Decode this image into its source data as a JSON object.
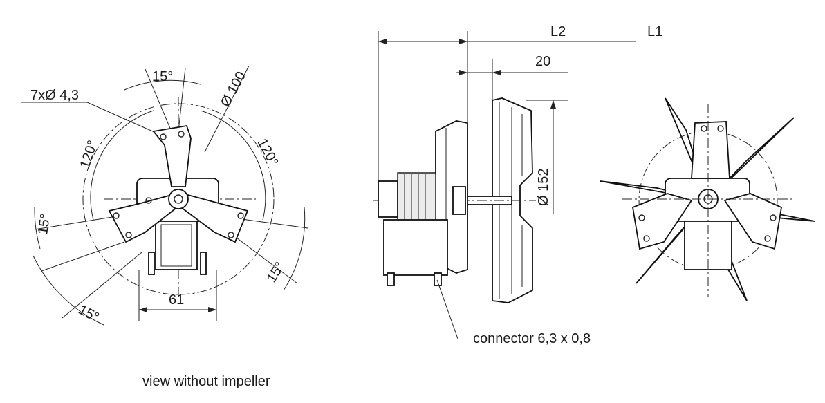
{
  "labels": {
    "hole_spec": "7xØ 4,3",
    "angle_top": "15°",
    "diameter_100": "Ø 100",
    "angle_120_left": "120°",
    "angle_120_right": "120°",
    "angle_15_left": "15°",
    "angle_15_right": "15°",
    "angle_15_bottom": "15°",
    "dim_61": "61",
    "caption_front": "view without impeller",
    "dim_L2": "L2",
    "dim_L1": "L1",
    "dim_20": "20",
    "diameter_152": "Ø 152",
    "connector": "connector 6,3 x 0,8"
  },
  "colors": {
    "line": "#111111",
    "text": "#1a1a1a",
    "background": "#ffffff"
  }
}
